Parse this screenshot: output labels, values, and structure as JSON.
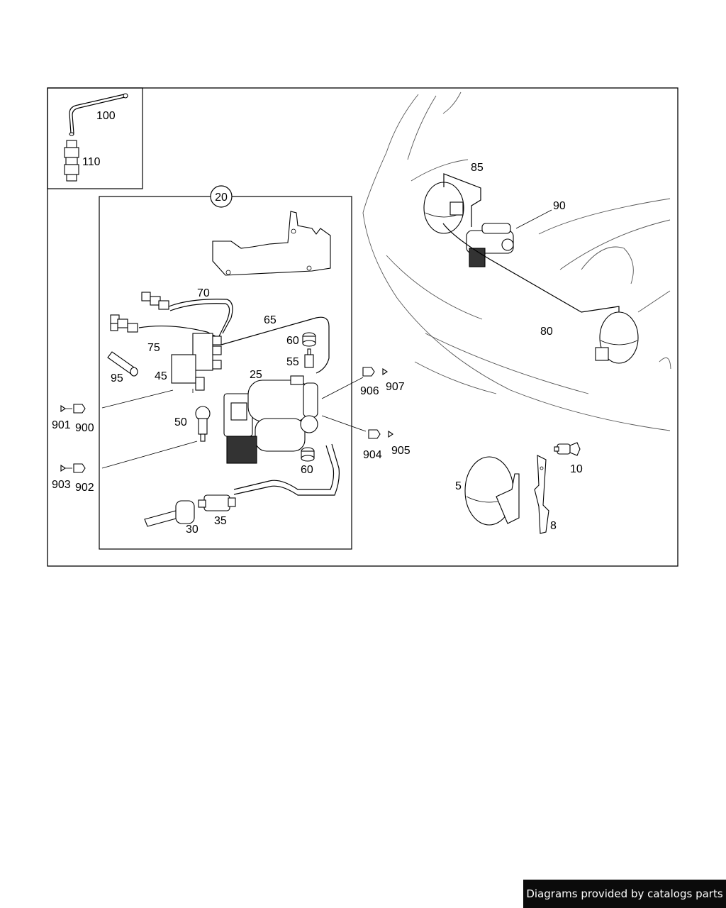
{
  "diagram": {
    "assembly_label": "20",
    "callouts": {
      "c5": "5",
      "c8": "8",
      "c10": "10",
      "c25": "25",
      "c30": "30",
      "c35": "35",
      "c45": "45",
      "c50": "50",
      "c55": "55",
      "c60a": "60",
      "c60b": "60",
      "c65": "65",
      "c70": "70",
      "c75": "75",
      "c80": "80",
      "c85": "85",
      "c90": "90",
      "c95": "95",
      "c100": "100",
      "c110": "110",
      "c900": "900",
      "c901": "901",
      "c902": "902",
      "c903": "903",
      "c904": "904",
      "c905": "905",
      "c906": "906",
      "c907": "907"
    }
  },
  "footer": {
    "text": "Diagrams provided by catalogs parts"
  }
}
